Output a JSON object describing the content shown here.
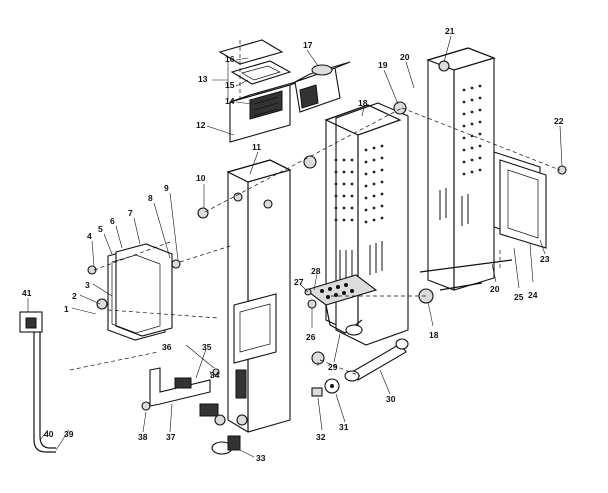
{
  "diagram": {
    "callouts": [
      {
        "id": "c1",
        "label": "1"
      },
      {
        "id": "c2",
        "label": "2"
      },
      {
        "id": "c3",
        "label": "3"
      },
      {
        "id": "c4",
        "label": "4"
      },
      {
        "id": "c5",
        "label": "5"
      },
      {
        "id": "c6",
        "label": "6"
      },
      {
        "id": "c7",
        "label": "7"
      },
      {
        "id": "c8",
        "label": "8"
      },
      {
        "id": "c9",
        "label": "9"
      },
      {
        "id": "c10",
        "label": "10"
      },
      {
        "id": "c11",
        "label": "11"
      },
      {
        "id": "c12",
        "label": "12"
      },
      {
        "id": "c13",
        "label": "13"
      },
      {
        "id": "c14",
        "label": "14"
      },
      {
        "id": "c15",
        "label": "15"
      },
      {
        "id": "c16",
        "label": "16"
      },
      {
        "id": "c17",
        "label": "17"
      },
      {
        "id": "c18",
        "label": "18"
      },
      {
        "id": "c18b",
        "label": "18"
      },
      {
        "id": "c19",
        "label": "19"
      },
      {
        "id": "c20",
        "label": "20"
      },
      {
        "id": "c20b",
        "label": "20"
      },
      {
        "id": "c21",
        "label": "21"
      },
      {
        "id": "c22",
        "label": "22"
      },
      {
        "id": "c23",
        "label": "23"
      },
      {
        "id": "c24",
        "label": "24"
      },
      {
        "id": "c25",
        "label": "25"
      },
      {
        "id": "c26",
        "label": "26"
      },
      {
        "id": "c27",
        "label": "27"
      },
      {
        "id": "c28",
        "label": "28"
      },
      {
        "id": "c29",
        "label": "29"
      },
      {
        "id": "c30",
        "label": "30"
      },
      {
        "id": "c31",
        "label": "31"
      },
      {
        "id": "c32",
        "label": "32"
      },
      {
        "id": "c33",
        "label": "33"
      },
      {
        "id": "c34",
        "label": "34"
      },
      {
        "id": "c35",
        "label": "35"
      },
      {
        "id": "c36",
        "label": "36"
      },
      {
        "id": "c37",
        "label": "37"
      },
      {
        "id": "c38",
        "label": "38"
      },
      {
        "id": "c39",
        "label": "39"
      },
      {
        "id": "c40",
        "label": "40"
      },
      {
        "id": "c41",
        "label": "41"
      }
    ]
  }
}
